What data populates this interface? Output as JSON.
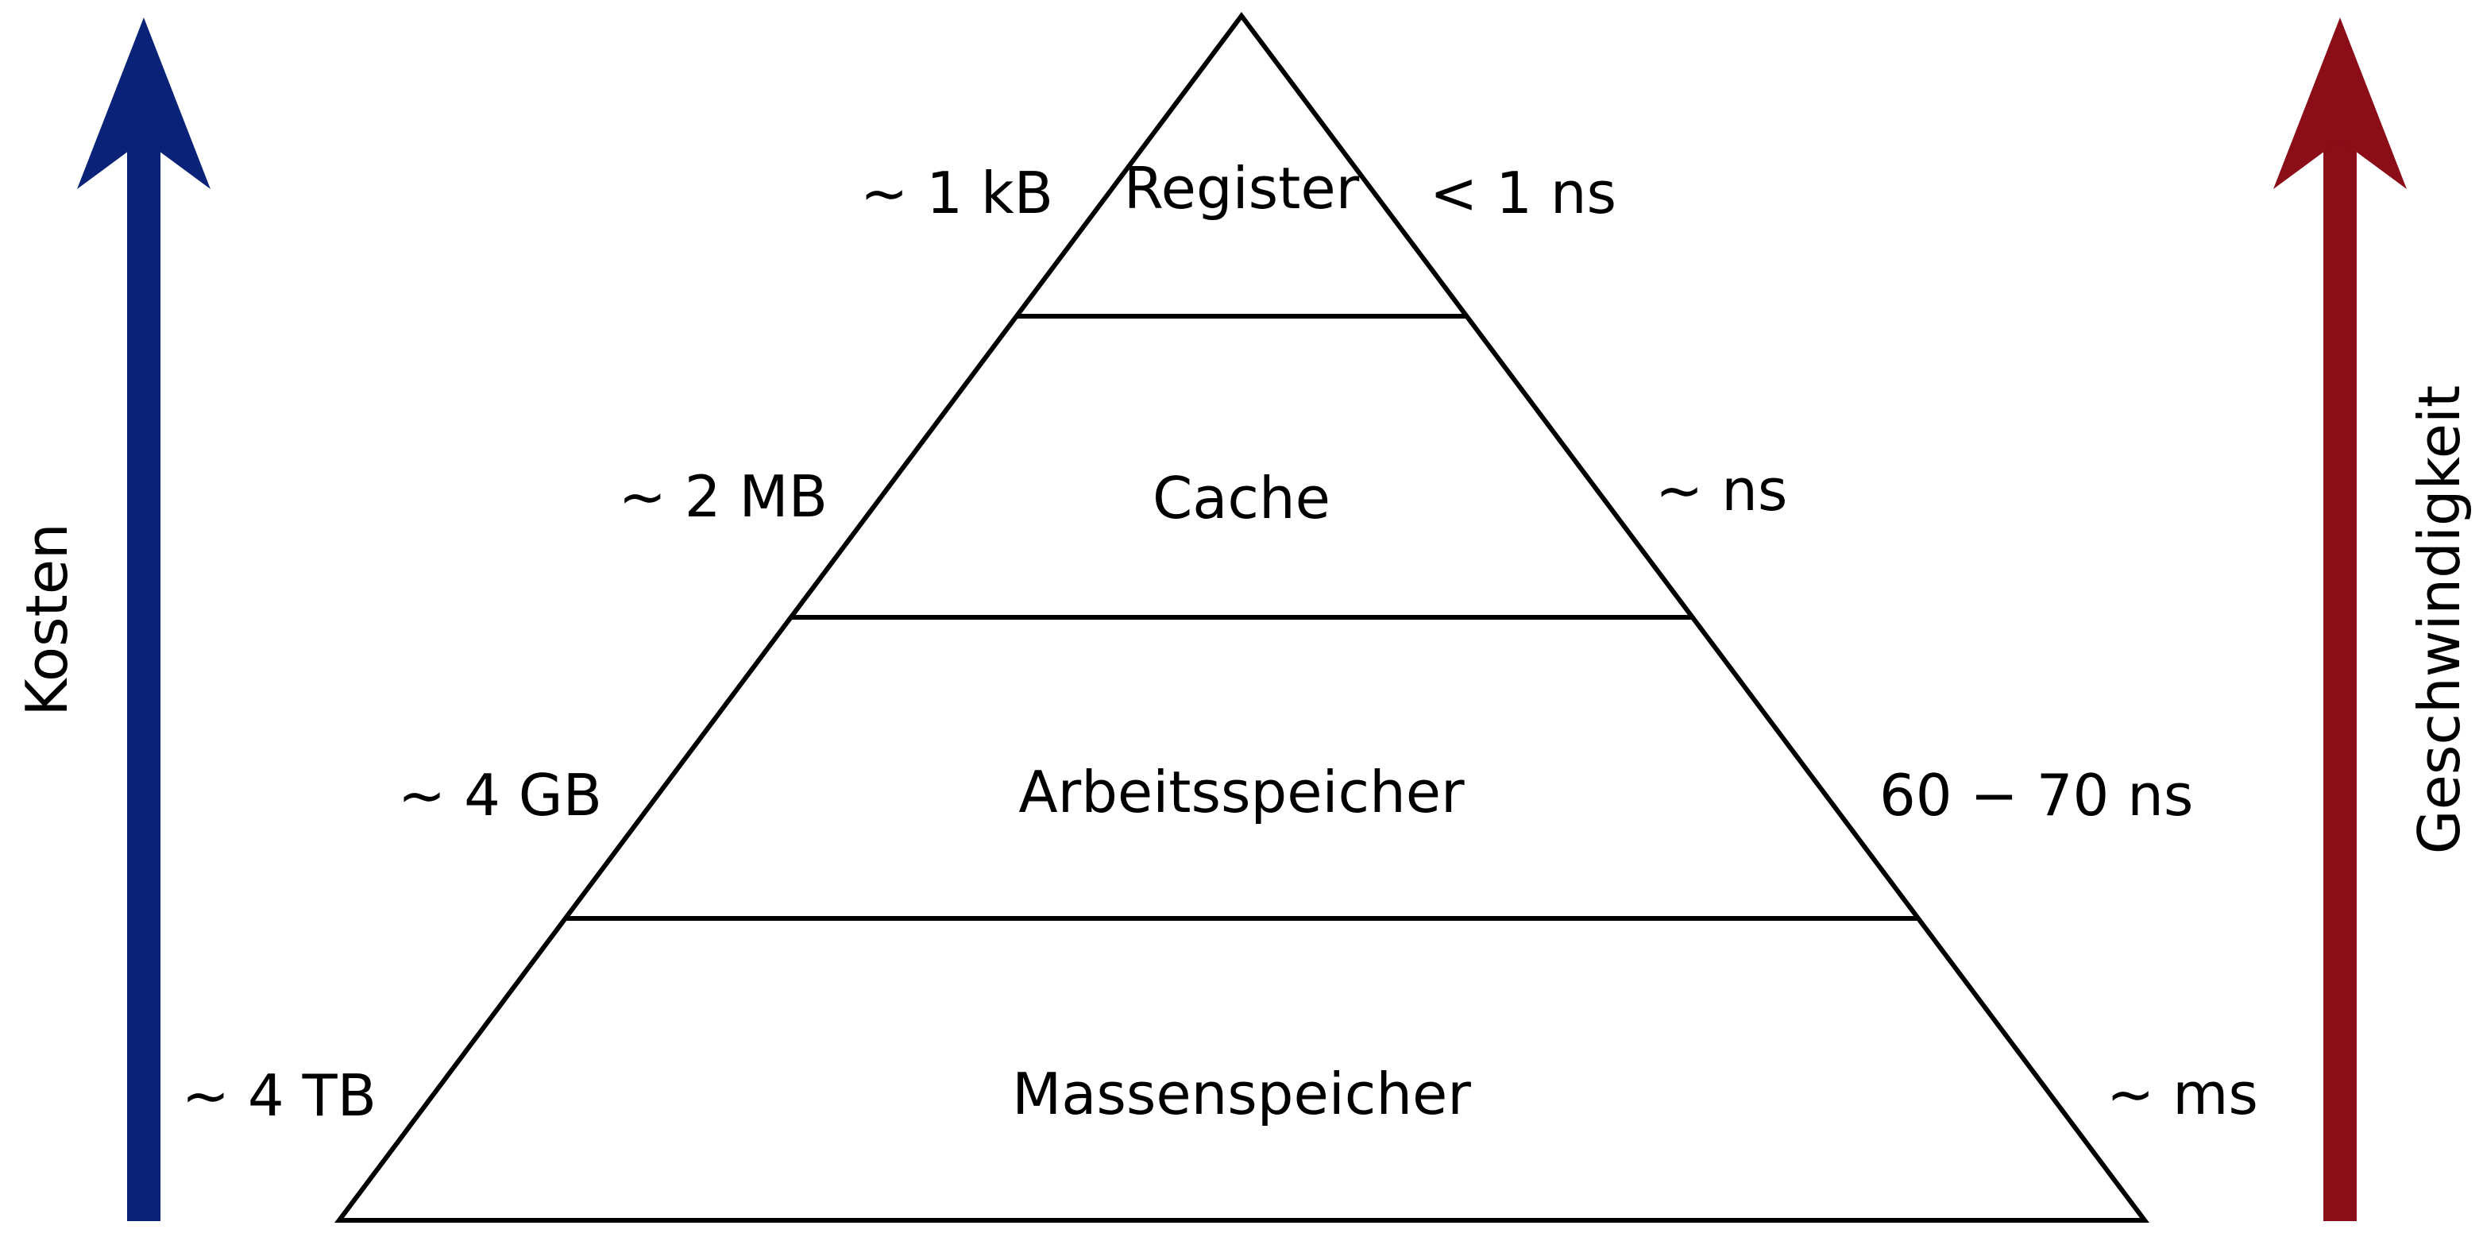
{
  "colors": {
    "cost_arrow": "#0a2378",
    "speed_arrow": "#8a0d18",
    "outline": "#000000"
  },
  "axes": {
    "cost": {
      "label": "Kosten",
      "direction": "up"
    },
    "speed": {
      "label": "Geschwindigkeit",
      "direction": "up"
    }
  },
  "levels": [
    {
      "name": "Register",
      "size": "∼ 1 kB",
      "latency": "< 1 ns"
    },
    {
      "name": "Cache",
      "size": "∼ 2 MB",
      "latency": "∼ ns"
    },
    {
      "name": "Arbeitsspeicher",
      "size": "∼ 4 GB",
      "latency": "60 − 70 ns"
    },
    {
      "name": "Massenspeicher",
      "size": "∼ 4 TB",
      "latency": "∼ ms"
    }
  ]
}
